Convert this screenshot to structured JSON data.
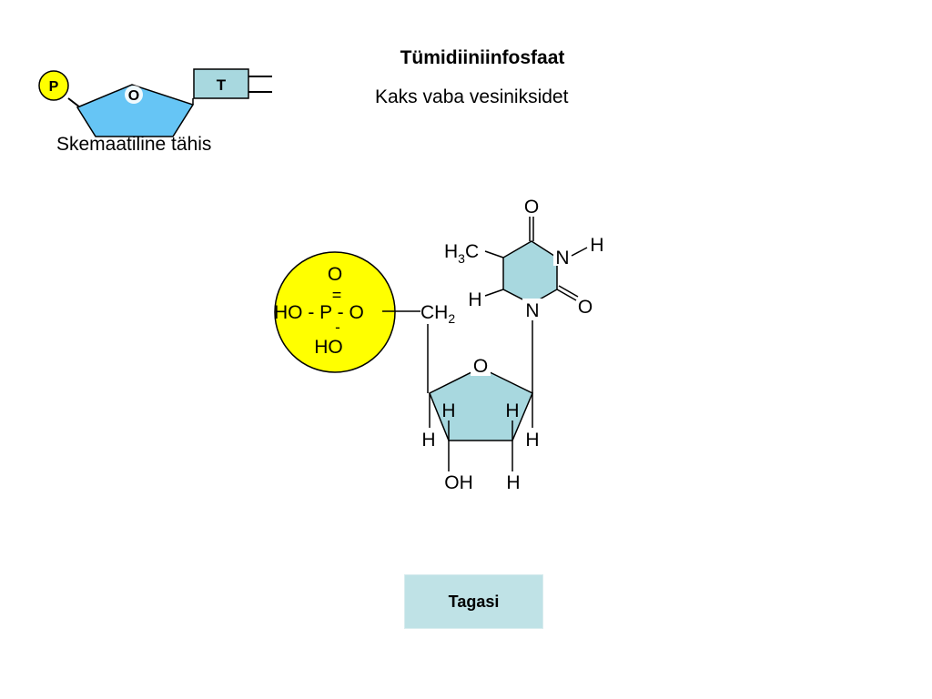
{
  "header": {
    "title": "Tümidiiniinfosfaat",
    "subtitle": "Kaks vaba vesiniksidet"
  },
  "schematic": {
    "caption": "Skemaatiline tähis",
    "phosphate": "P",
    "sugar": "O",
    "base": "T"
  },
  "molecule": {
    "phosphate": {
      "top_o": "O",
      "dbl": "=",
      "left": "HO - P - O",
      "dash": "-",
      "bottom": "HO"
    },
    "methyl": {
      "h": "H",
      "sub": "3",
      "c": "C"
    },
    "ring_o_top": "O",
    "ring_nh_n": "N",
    "ring_nh_h": "H",
    "ring_h": "H",
    "ring_n": "N",
    "ring_o_right": "O",
    "ch2": {
      "ch": "CH",
      "sub": "2"
    },
    "sugar_o": "O",
    "sugar_h_c3": "H",
    "sugar_h_c2": "H",
    "sugar_h_c4": "H",
    "sugar_h_c1": "H",
    "sugar_oh": "OH",
    "sugar_h_bottom": "H"
  },
  "colors": {
    "phosphate_fill": "#ffff00",
    "schematic_sugar_fill": "#66c5f5",
    "base_fill": "#a8d8df",
    "sugar_fill": "#a8d8df",
    "button_fill": "#bfe2e6"
  },
  "navigation": {
    "back_label": "Tagasi"
  }
}
